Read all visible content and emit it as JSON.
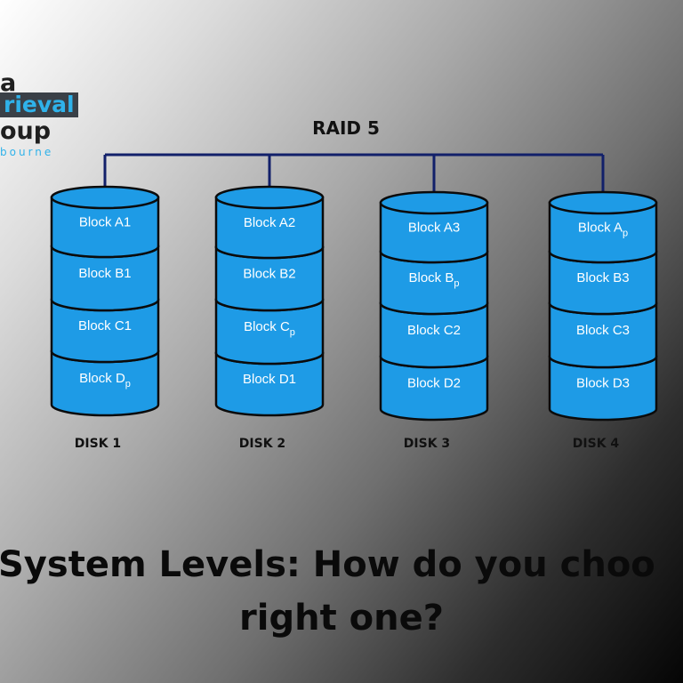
{
  "logo": {
    "line1": "a",
    "line2": "rieval",
    "line3": "oup",
    "line4": "bourne"
  },
  "raid_title": "RAID 5",
  "disks": [
    {
      "label": "DISK 1",
      "blocks": [
        {
          "text": "Block A1",
          "sub": ""
        },
        {
          "text": "Block B1",
          "sub": ""
        },
        {
          "text": "Block C1",
          "sub": ""
        },
        {
          "text": "Block D",
          "sub": "p"
        }
      ]
    },
    {
      "label": "DISK 2",
      "blocks": [
        {
          "text": "Block A2",
          "sub": ""
        },
        {
          "text": "Block B2",
          "sub": ""
        },
        {
          "text": "Block C",
          "sub": "p"
        },
        {
          "text": "Block D1",
          "sub": ""
        }
      ]
    },
    {
      "label": "DISK 3",
      "blocks": [
        {
          "text": "Block A3",
          "sub": ""
        },
        {
          "text": "Block B",
          "sub": "p"
        },
        {
          "text": "Block C2",
          "sub": ""
        },
        {
          "text": "Block D2",
          "sub": ""
        }
      ]
    },
    {
      "label": "DISK 4",
      "blocks": [
        {
          "text": "Block A",
          "sub": "p"
        },
        {
          "text": "Block B3",
          "sub": ""
        },
        {
          "text": "Block C3",
          "sub": ""
        },
        {
          "text": "Block D3",
          "sub": ""
        }
      ]
    }
  ],
  "headline": {
    "line1": "System Levels: How do you choo",
    "line2": "right one?"
  },
  "colors": {
    "cylinder_fill": "#1e9be6",
    "cylinder_stroke": "#0b0b0b",
    "connector": "#12206a",
    "logo_accent": "#2fb2ea",
    "logo_box": "#3a4047"
  }
}
